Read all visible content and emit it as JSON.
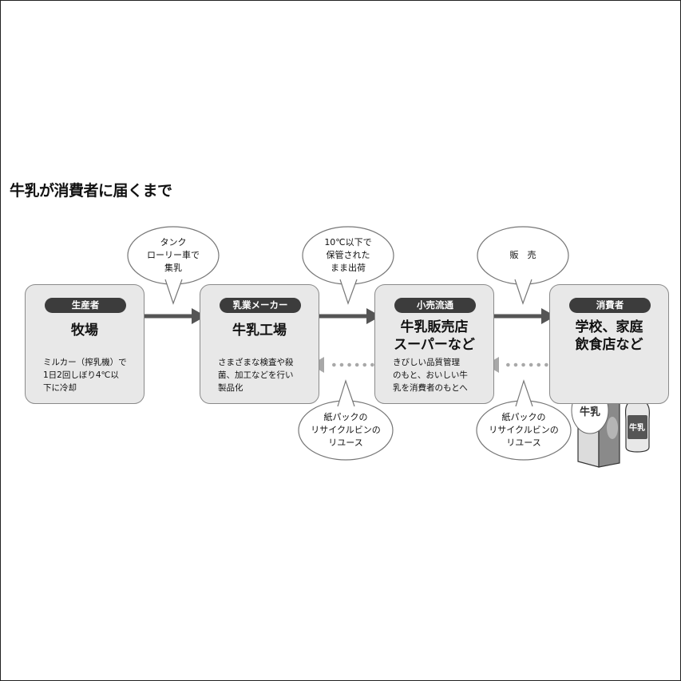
{
  "title": "牛乳が消費者に届くまで",
  "stages": [
    {
      "badge": "生産者",
      "name": [
        "牧場"
      ],
      "desc": [
        "ミルカー（搾乳機）で",
        "1日2回しぼり4℃以",
        "下に冷却"
      ]
    },
    {
      "badge": "乳業メーカー",
      "name": [
        "牛乳工場"
      ],
      "desc": [
        "さまざまな検査や殺",
        "菌、加工などを行い",
        "製品化"
      ]
    },
    {
      "badge": "小売流通",
      "name": [
        "牛乳販売店",
        "スーパーなど"
      ],
      "desc": [
        "きびしい品質管理",
        "のもと、おいしい牛",
        "乳を消費者のもとへ"
      ]
    },
    {
      "badge": "消費者",
      "name": [
        "学校、家庭",
        "飲食店など"
      ],
      "desc": []
    }
  ],
  "top_bubbles": [
    [
      "タンク",
      "ローリー車で",
      "集乳"
    ],
    [
      "10℃以下で",
      "保管された",
      "まま出荷"
    ],
    [
      "販　売"
    ]
  ],
  "bottom_bubbles": [
    [
      "紙パックの",
      "リサイクルビンの",
      "リユース"
    ],
    [
      "紙パックの",
      "リサイクルビンの",
      "リユース"
    ]
  ],
  "product_labels": {
    "carton": "牛乳",
    "bottle": "牛乳"
  },
  "colors": {
    "box_fill": "#e8e8e8",
    "badge_fill": "#3c3c3c",
    "arrow": "#555555",
    "dotted_arrow": "#a8a8a8"
  }
}
